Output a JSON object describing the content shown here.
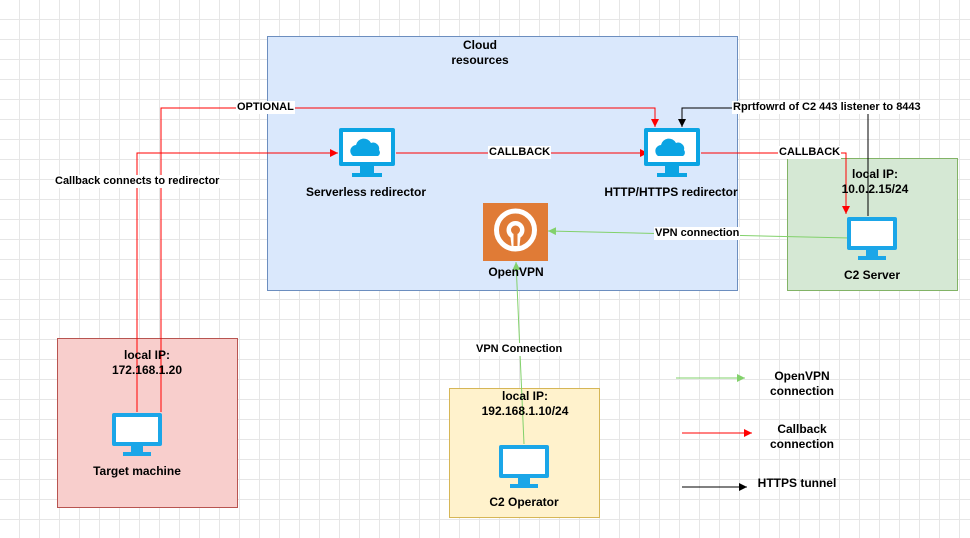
{
  "groups": {
    "cloud": "Cloud\nresources",
    "c2_server_zone": "local IP:\n10.0.2.15/24",
    "target_zone": "local IP:\n172.168.1.20",
    "operator_zone": "local IP:\n192.168.1.10/24"
  },
  "nodes": {
    "serverless": "Serverless redirector",
    "http_redirector": "HTTP/HTTPS redirector",
    "openvpn": "OpenVPN",
    "c2_server": "C2 Server",
    "target": "Target machine",
    "operator": "C2 Operator"
  },
  "edges": {
    "optional": "OPTIONAL",
    "callback1": "CALLBACK",
    "callback2": "CALLBACK",
    "callback_note": "Callback connects to redirector",
    "portfwd": "Rprtfowrd of C2 443 listener to 8443",
    "vpn_conn": "VPN connection",
    "vpn_conn2": "VPN Connection"
  },
  "legend": {
    "openvpn": "OpenVPN\nconnection",
    "callback": "Callback\nconnection",
    "https": "HTTPS tunnel"
  },
  "colors": {
    "cloud_fill": "#dae8fc",
    "cloud_stroke": "#6c8ebf",
    "green_fill": "#d5e8d4",
    "green_stroke": "#82b366",
    "red_fill": "#f8cecc",
    "red_stroke": "#b85450",
    "yellow_fill": "#fff2cc",
    "yellow_stroke": "#d6b656",
    "callback_line": "#ff0000",
    "vpn_line": "#82d16b",
    "https_line": "#000000",
    "monitor": "#00a8e8",
    "openvpn_bg": "#e07b36"
  }
}
